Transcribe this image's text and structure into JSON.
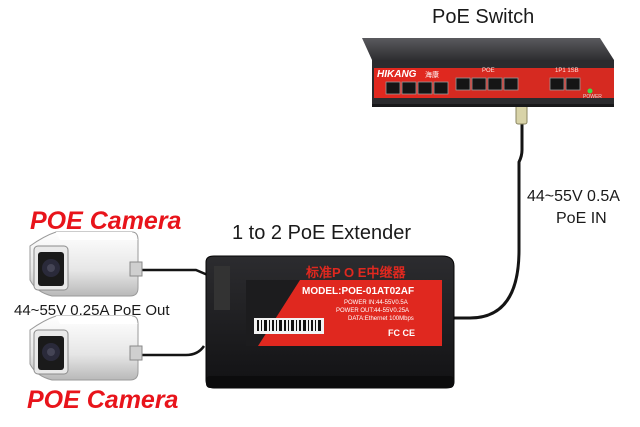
{
  "switch": {
    "title": "PoE Switch",
    "brand": "HIKANG",
    "brand_sub": "海康",
    "poe_group_label": "POE",
    "uplink_label": "1P1 1SB",
    "power_label": "POWER"
  },
  "uplink": {
    "line1": "44~55V 0.5A",
    "line2": "PoE IN"
  },
  "extender": {
    "title": "1 to 2 PoE Extender",
    "chinese_label": "标准P O E中继器",
    "model": "MODEL:POE-01AT02AF",
    "power_in": "POWER IN:44-55V0.5A",
    "power_out": "POWER OUT:44-55V0.25A",
    "data": "DATA:Ethernet 100Mbps",
    "cert": "FC CE"
  },
  "cameras": {
    "top_title": "POE Camera",
    "bottom_title": "POE Camera",
    "output_spec": "44~55V 0.25A PoE Out"
  },
  "colors": {
    "accent_red": "#e8141b",
    "switch_body": "#2b2b2e",
    "extender_body": "#1c1c1e",
    "label_red": "#e0281f"
  }
}
